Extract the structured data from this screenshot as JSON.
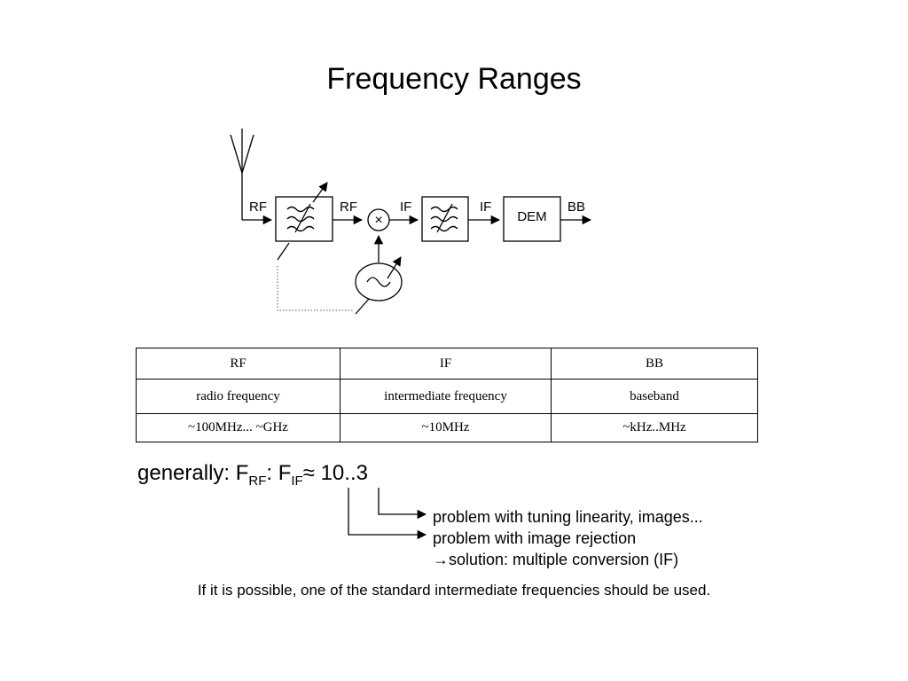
{
  "title": "Frequency Ranges",
  "diagram": {
    "labels": {
      "rf_in": "RF",
      "rf_out": "RF",
      "if_in": "IF",
      "if_out": "IF",
      "dem": "DEM",
      "bb": "BB",
      "mixer_symbol": "×"
    }
  },
  "table": {
    "rows": [
      [
        "RF",
        "IF",
        "BB"
      ],
      [
        "radio frequency",
        "intermediate frequency",
        "baseband"
      ],
      [
        "~100MHz... ~GHz",
        "~10MHz",
        "~kHz..MHz"
      ]
    ]
  },
  "generally": {
    "prefix": "generally: F",
    "sub_rf": "RF",
    "mid": ": F",
    "sub_if": "IF",
    "suffix": "≈ 10..3"
  },
  "problems": [
    "problem with tuning linearity, images...",
    "problem with image rejection",
    "→solution: multiple conversion (IF)"
  ],
  "footer": "If it is possible, one of the standard intermediate frequencies should be used."
}
